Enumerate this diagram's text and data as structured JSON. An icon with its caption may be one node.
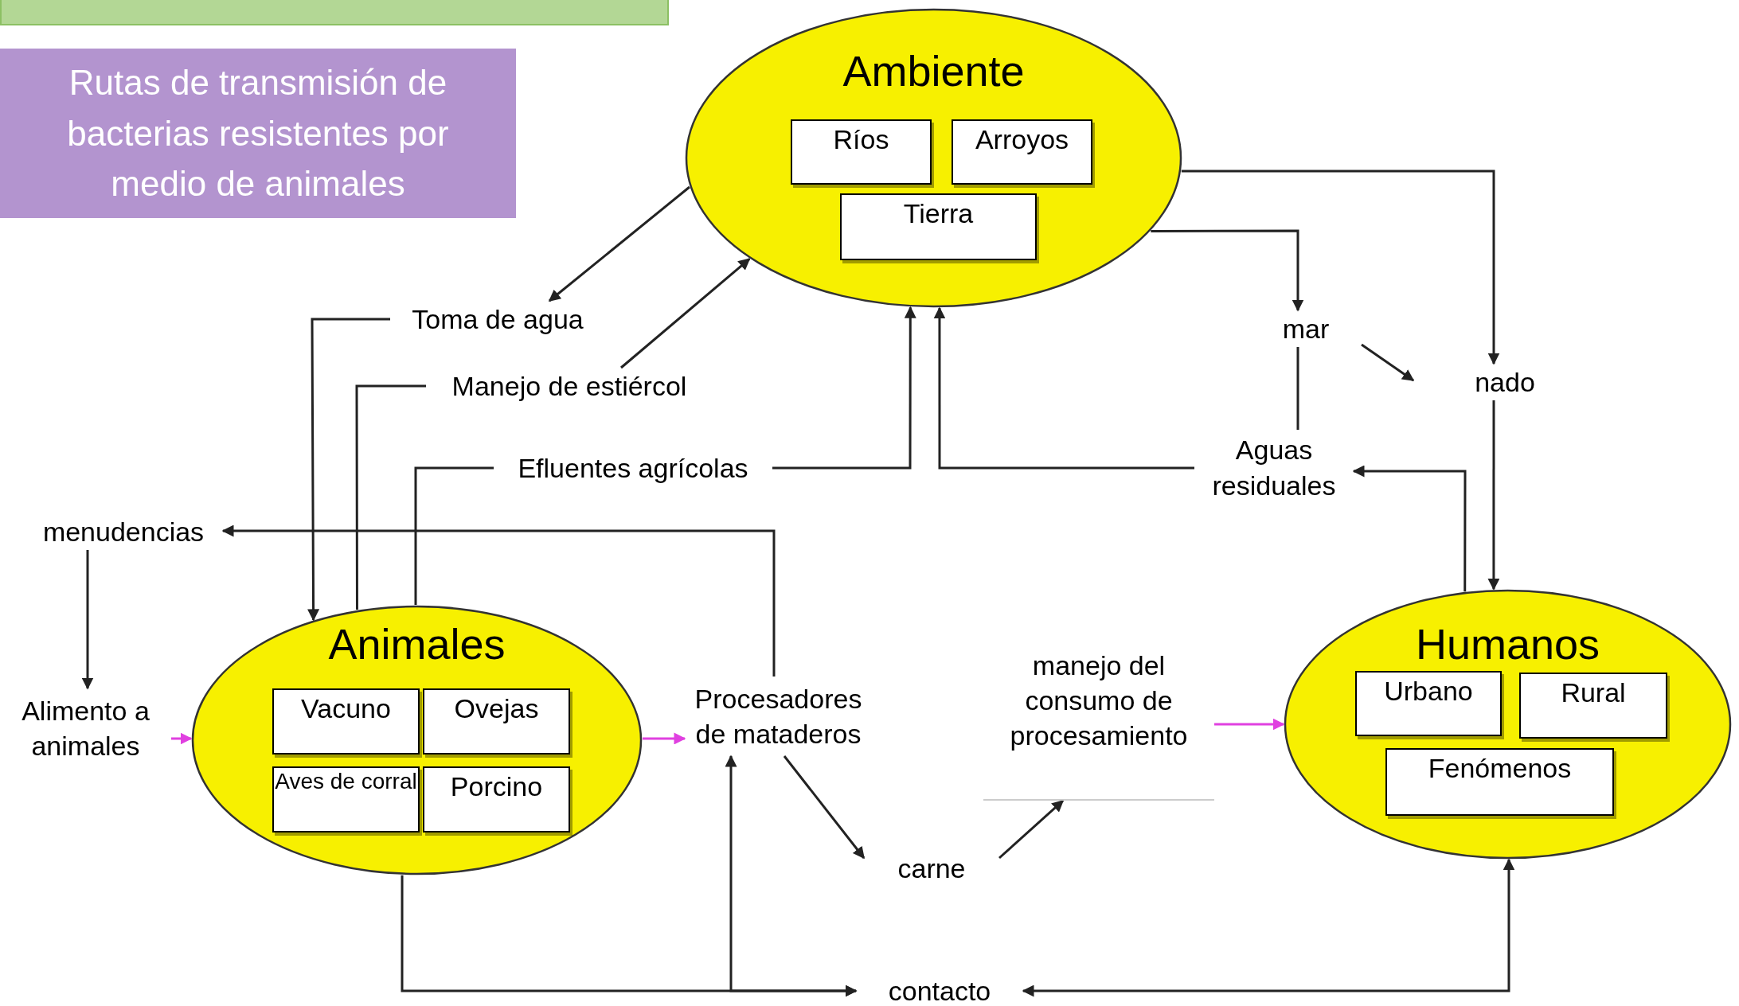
{
  "diagram": {
    "nodes": [
      {
        "text": [
          "Rutas de transmisión de bacterias resistentes por medio de animales"
        ]
      },
      {
        "text": [
          "Ambiente"
        ]
      },
      {
        "text": [
          "Ríos"
        ],
        "in": 1
      },
      {
        "text": [
          "Arroyos"
        ],
        "in": 1
      },
      {
        "text": [
          "Tierra"
        ],
        "in": 1
      },
      {
        "text": [
          "Toma de agua"
        ]
      },
      {
        "text": [
          "Manejo de estiércol"
        ]
      },
      {
        "text": [
          "Efluentes agrícolas"
        ]
      },
      {
        "text": [
          "menudencias"
        ]
      },
      {
        "text": [
          "Alimento a animales"
        ]
      },
      {
        "text": [
          "Animales"
        ]
      },
      {
        "text": [
          "Vacuno"
        ],
        "in": 10
      },
      {
        "text": [
          "Ovejas"
        ],
        "in": 10
      },
      {
        "text": [
          "Aves de corral"
        ],
        "in": 10
      },
      {
        "text": [
          "Porcino"
        ],
        "in": 10
      },
      {
        "text": [
          "Procesadores de mataderos"
        ]
      },
      {
        "text": [
          "carne"
        ]
      },
      {
        "text": [
          "manejo del consumo de procesamiento"
        ]
      },
      {
        "text": [
          "contacto"
        ]
      },
      {
        "text": [
          "Humanos"
        ]
      },
      {
        "text": [
          "Urbano"
        ],
        "in": 19
      },
      {
        "text": [
          "Rural"
        ],
        "in": 19
      },
      {
        "text": [
          "Fenómenos"
        ],
        "in": 19
      },
      {
        "text": [
          "mar"
        ]
      },
      {
        "text": [
          "nado"
        ]
      },
      {
        "text": [
          "Aguas residuales"
        ]
      }
    ],
    "edges": [
      {
        "from": 1,
        "to": 5,
        "arrow": "to"
      },
      {
        "from": 6,
        "to": 1,
        "arrow": "to"
      },
      {
        "from": 5,
        "to": 10,
        "arrow": "to"
      },
      {
        "from": 10,
        "to": 6,
        "arrow": "none"
      },
      {
        "from": 10,
        "to": 7,
        "arrow": "none"
      },
      {
        "from": 7,
        "to": 1,
        "arrow": "to"
      },
      {
        "from": 25,
        "to": 1,
        "arrow": "to"
      },
      {
        "from": 15,
        "to": 8,
        "arrow": "to"
      },
      {
        "from": 8,
        "to": 9,
        "arrow": "to"
      },
      {
        "from": 9,
        "to": 10,
        "arrow": "to",
        "color": "#e040e0"
      },
      {
        "from": 10,
        "to": 15,
        "arrow": "to",
        "color": "#e040e0"
      },
      {
        "from": 15,
        "to": 16,
        "arrow": "to"
      },
      {
        "from": 16,
        "to": 17,
        "arrow": "to"
      },
      {
        "from": 17,
        "to": 19,
        "arrow": "to",
        "color": "#e040e0"
      },
      {
        "from": 15,
        "to": 18,
        "arrow": "both"
      },
      {
        "from": 10,
        "to": 18,
        "arrow": "to"
      },
      {
        "from": 18,
        "to": 19,
        "arrow": "both"
      },
      {
        "from": 1,
        "to": 23,
        "arrow": "to"
      },
      {
        "from": 1,
        "to": 24,
        "arrow": "to"
      },
      {
        "from": 23,
        "to": 25,
        "arrow": "none"
      },
      {
        "from": 23,
        "to": 24,
        "arrow": "to"
      },
      {
        "from": 24,
        "to": 19,
        "arrow": "to"
      },
      {
        "from": 19,
        "to": 25,
        "arrow": "to"
      }
    ]
  }
}
